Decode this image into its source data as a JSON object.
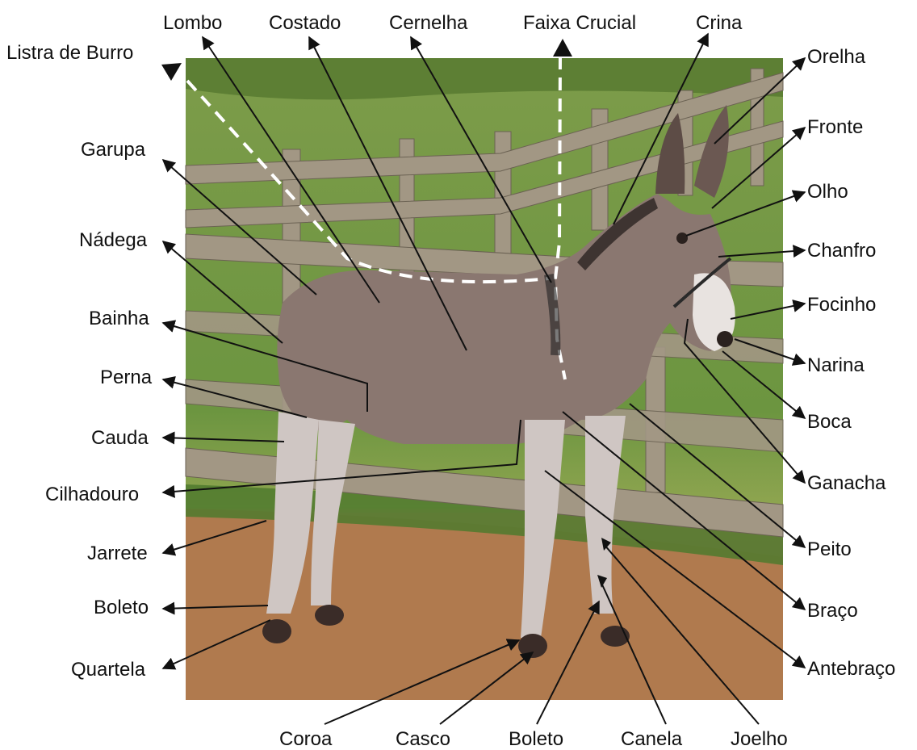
{
  "labels": {
    "top": {
      "listra": "Listra de Burro",
      "lombo": "Lombo",
      "costado": "Costado",
      "cernelha": "Cernelha",
      "faixa": "Faixa Crucial",
      "crina": "Crina"
    },
    "left": {
      "garupa": "Garupa",
      "nadega": "Nádega",
      "bainha": "Bainha",
      "perna": "Perna",
      "cauda": "Cauda",
      "cilhadouro": "Cilhadouro",
      "jarrete": "Jarrete",
      "boleto": "Boleto",
      "quartela": "Quartela"
    },
    "right": {
      "orelha": "Orelha",
      "fronte": "Fronte",
      "olho": "Olho",
      "chanfro": "Chanfro",
      "focinho": "Focinho",
      "narina": "Narina",
      "boca": "Boca",
      "ganacha": "Ganacha",
      "peito": "Peito",
      "braco": "Braço",
      "antebraco": "Antebraço"
    },
    "bottom": {
      "coroa": "Coroa",
      "casco": "Casco",
      "boleto": "Boleto",
      "canela": "Canela",
      "joelho": "Joelho"
    }
  },
  "colors": {
    "sky_grass": "#6f9a3a",
    "ground": "#b07a4e",
    "fence": "#9a8f80",
    "donkey_body": "#8a7770",
    "donkey_legs": "#cfc6c3",
    "hooves": "#3a2c28",
    "lines": "#111111",
    "stripe": "#ffffff"
  }
}
